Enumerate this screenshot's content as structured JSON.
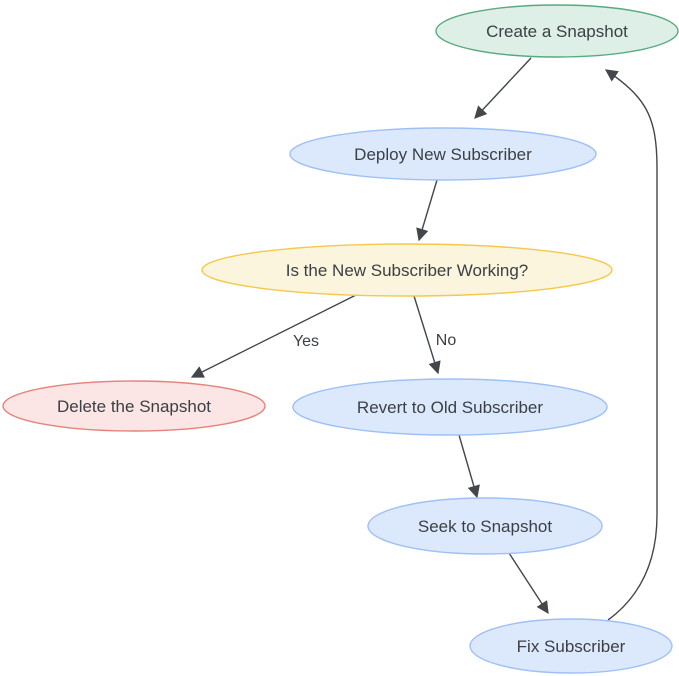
{
  "diagram": {
    "type": "flowchart",
    "background": "#ffffff",
    "nodes": [
      {
        "id": "create-snapshot",
        "label": "Create a Snapshot",
        "shape": "ellipse",
        "fill": "#ddefe6",
        "stroke": "#57aa80"
      },
      {
        "id": "deploy-new-subscriber",
        "label": "Deploy New Subscriber",
        "shape": "ellipse",
        "fill": "#dce9fc",
        "stroke": "#9fc0f5"
      },
      {
        "id": "is-new-subscriber-working",
        "label": "Is the New Subscriber Working?",
        "shape": "ellipse",
        "fill": "#fcf5dd",
        "stroke": "#f3c84b"
      },
      {
        "id": "delete-snapshot",
        "label": "Delete the Snapshot",
        "shape": "ellipse",
        "fill": "#fbe5e5",
        "stroke": "#e5837c"
      },
      {
        "id": "revert-old-subscriber",
        "label": "Revert to Old Subscriber",
        "shape": "ellipse",
        "fill": "#dce9fc",
        "stroke": "#9fc0f5"
      },
      {
        "id": "seek-snapshot",
        "label": "Seek to Snapshot",
        "shape": "ellipse",
        "fill": "#dce9fc",
        "stroke": "#9fc0f5"
      },
      {
        "id": "fix-subscriber",
        "label": "Fix Subscriber",
        "shape": "ellipse",
        "fill": "#dce9fc",
        "stroke": "#9fc0f5"
      }
    ],
    "edges": [
      {
        "from": "create-snapshot",
        "to": "deploy-new-subscriber",
        "label": ""
      },
      {
        "from": "deploy-new-subscriber",
        "to": "is-new-subscriber-working",
        "label": ""
      },
      {
        "from": "is-new-subscriber-working",
        "to": "delete-snapshot",
        "label": "Yes"
      },
      {
        "from": "is-new-subscriber-working",
        "to": "revert-old-subscriber",
        "label": "No"
      },
      {
        "from": "revert-old-subscriber",
        "to": "seek-snapshot",
        "label": ""
      },
      {
        "from": "seek-snapshot",
        "to": "fix-subscriber",
        "label": ""
      },
      {
        "from": "fix-subscriber",
        "to": "create-snapshot",
        "label": ""
      }
    ],
    "colors": {
      "edge": "#43474b",
      "text": "#3b4045"
    }
  }
}
